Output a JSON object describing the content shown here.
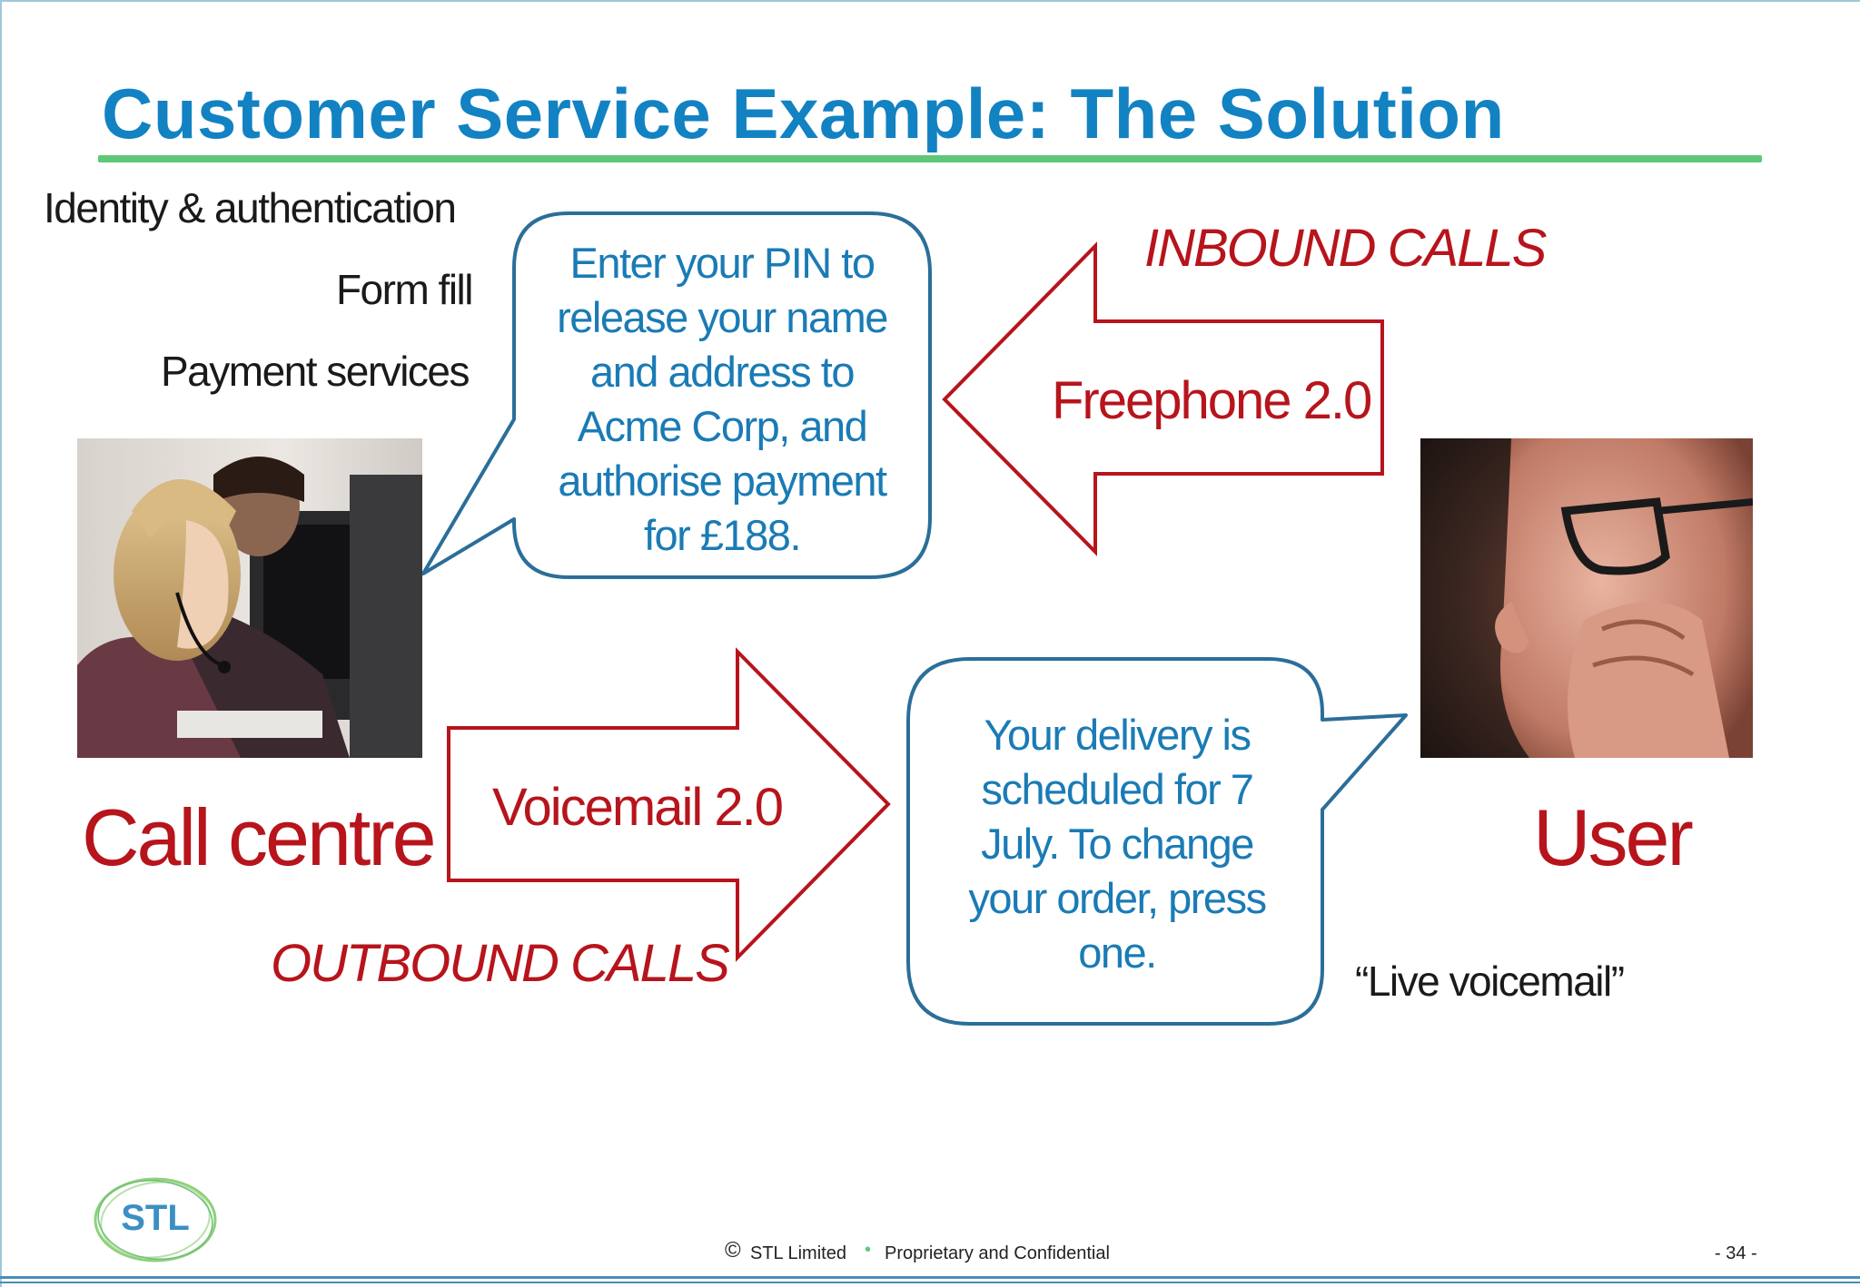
{
  "title": "Customer Service Example:  The Solution",
  "features": {
    "identity": "Identity & authentication",
    "form_fill": "Form fill",
    "payment": "Payment services"
  },
  "inbound": {
    "label": "INBOUND CALLS",
    "arrow_label": "Freephone 2.0",
    "bubble_text": "Enter your PIN to release your name and address to Acme Corp, and authorise payment for £188."
  },
  "outbound": {
    "label": "OUTBOUND CALLS",
    "arrow_label": "Voicemail 2.0",
    "bubble_text": "Your delivery is scheduled for 7 July. To change your order, press one."
  },
  "call_centre_label": "Call centre",
  "user_label": "User",
  "live_voicemail": "“Live voicemail”",
  "footer": {
    "copyright_symbol": "©",
    "company": "STL Limited",
    "separator": "•",
    "confidential": "Proprietary and Confidential",
    "page": "- 34 -"
  },
  "logo_text": "STL",
  "colors": {
    "title": "#1282c2",
    "rule": "#5ec878",
    "accent_red": "#b7141c",
    "bubble_blue": "#1a7bb5"
  }
}
